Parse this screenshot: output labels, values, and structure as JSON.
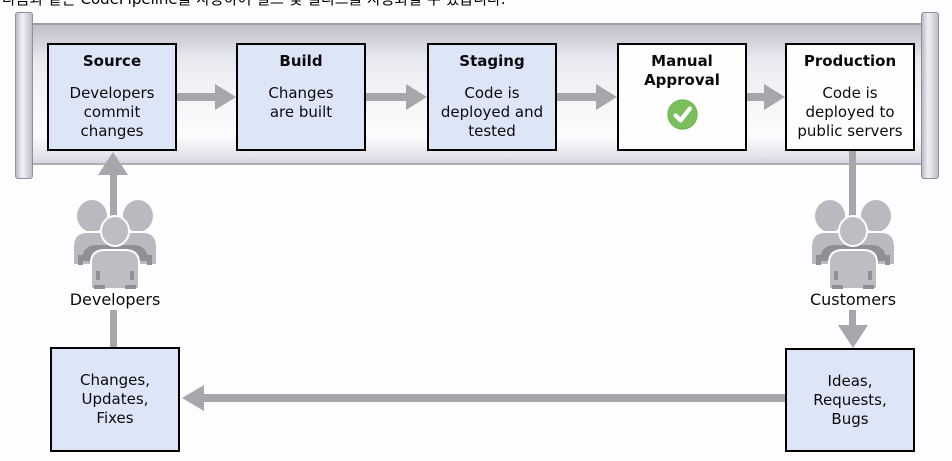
{
  "top_text": {
    "fragment": "다음과 같은 CodePipeline을 사용하여 빌드 및 릴리스를 자동화할 수 있습니다.",
    "visibility": "cropped at top edge, only bottom sliver of glyphs visible"
  },
  "pipeline": {
    "stages": [
      {
        "title": "Source",
        "description_lines": [
          "Developers",
          "commit",
          "changes"
        ]
      },
      {
        "title": "Build",
        "description_lines": [
          "Changes",
          "are built"
        ]
      },
      {
        "title": "Staging",
        "description_lines": [
          "Code is",
          "deployed and",
          "tested"
        ]
      },
      {
        "title_lines": [
          "Manual",
          "Approval"
        ],
        "description_lines": [],
        "icon": "approval-check-icon"
      },
      {
        "title": "Production",
        "description_lines": [
          "Code is",
          "deployed to",
          "public servers"
        ]
      }
    ]
  },
  "actors": {
    "developers": {
      "label": "Developers",
      "icon": "people-group-icon"
    },
    "customers": {
      "label": "Customers",
      "icon": "people-group-icon"
    }
  },
  "feedback": {
    "changes_box": {
      "lines": [
        "Changes,",
        "Updates,",
        "Fixes"
      ]
    },
    "ideas_box": {
      "lines": [
        "Ideas,",
        "Requests,",
        "Bugs"
      ]
    }
  },
  "colors": {
    "stage_box_fill": "#dce6f6",
    "approval_and_production_fill": "#fffeff",
    "box_border": "#000000",
    "arrow_gray": "#a7a7ab",
    "pipe_highlight": "#fcfcfe",
    "pipe_shadow": "#bfbfca",
    "people_gray": "#b9b9bf",
    "people_dark_gray": "#8f8f96",
    "check_green": "#7abf5c"
  }
}
